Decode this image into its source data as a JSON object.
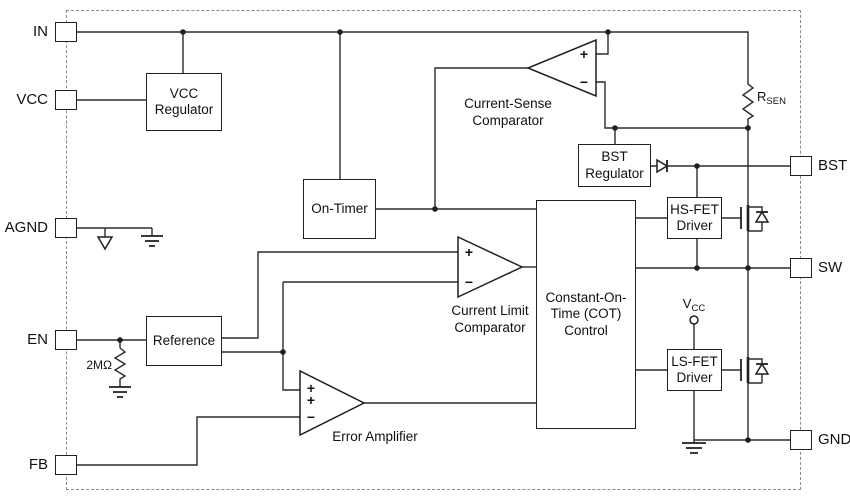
{
  "pins": {
    "left": [
      "IN",
      "VCC",
      "AGND",
      "EN",
      "FB"
    ],
    "right": [
      "BST",
      "SW",
      "GND"
    ]
  },
  "blocks": {
    "vcc_regulator": {
      "line1": "VCC",
      "line2": "Regulator"
    },
    "on_timer": {
      "line1": "On-Timer"
    },
    "bst_regulator": {
      "line1": "BST",
      "line2": "Regulator"
    },
    "hs_fet_driver": {
      "line1": "HS-FET",
      "line2": "Driver"
    },
    "ls_fet_driver": {
      "line1": "LS-FET",
      "line2": "Driver"
    },
    "cot_control": {
      "line1": "Constant-On-",
      "line2": "Time (COT)",
      "line3": "Control"
    },
    "reference": {
      "line1": "Reference"
    }
  },
  "analog": {
    "current_sense_comparator": {
      "line1": "Current-Sense",
      "line2": "Comparator"
    },
    "current_limit_comparator": {
      "line1": "Current Limit",
      "line2": "Comparator"
    },
    "error_amplifier": {
      "line1": "Error Amplifier"
    }
  },
  "components": {
    "r_sen": {
      "base": "R",
      "sub": "SEN"
    },
    "vcc_node": {
      "base": "V",
      "sub": "CC"
    },
    "en_resistor": {
      "label": "2MΩ"
    }
  },
  "marks": {
    "plus": "+",
    "minus": "−"
  }
}
